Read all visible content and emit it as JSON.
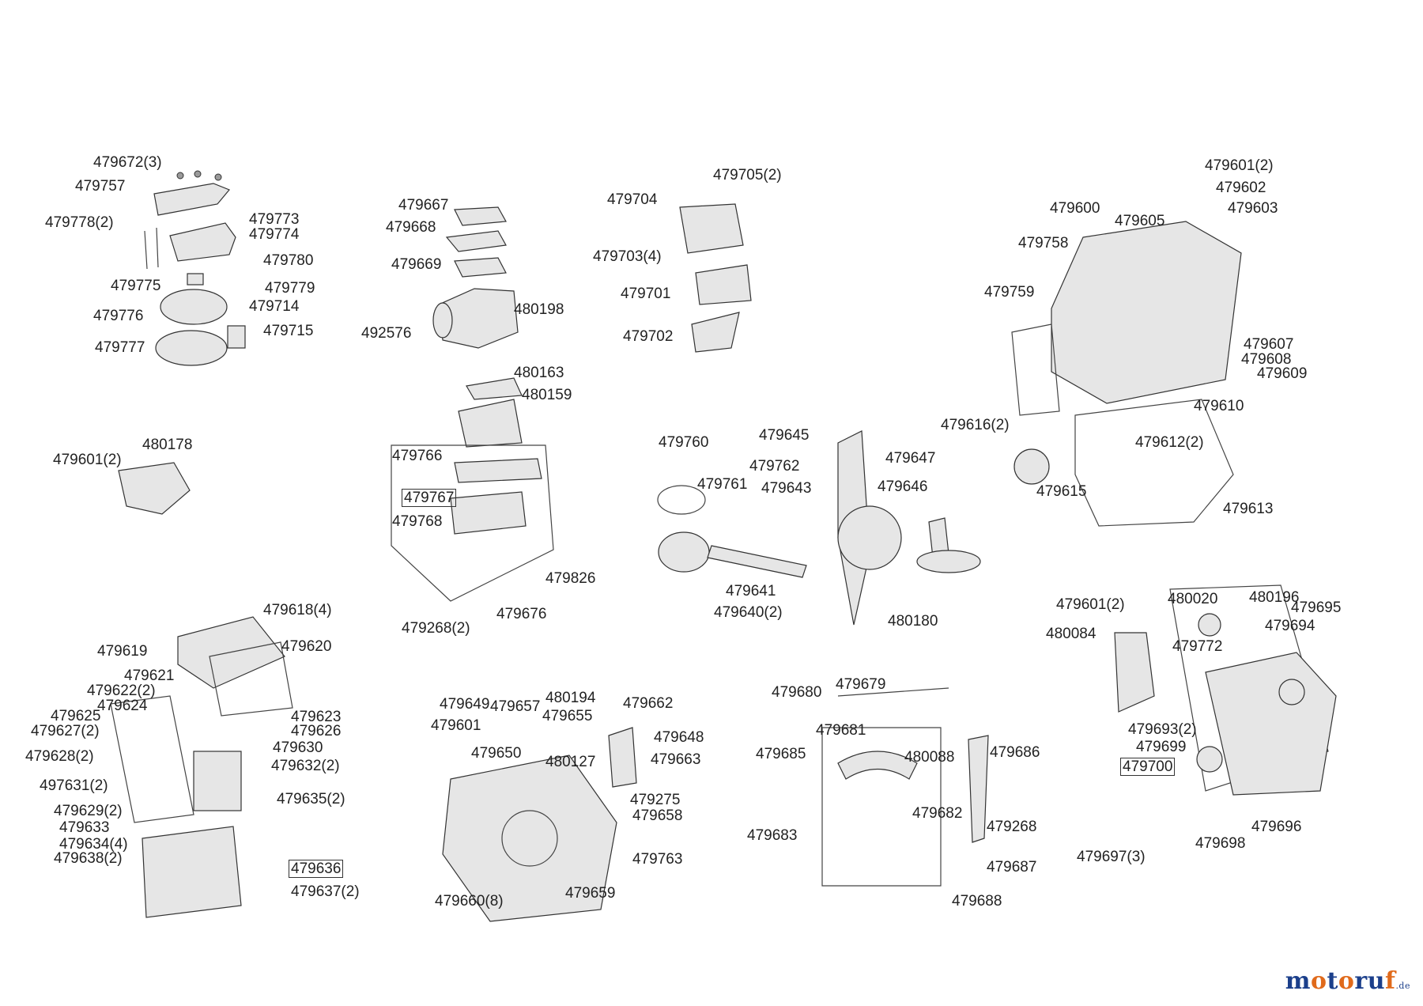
{
  "logo": {
    "text_parts": [
      "m",
      "o",
      "t",
      "o",
      "r",
      "u",
      "f"
    ],
    "colors": [
      "#1b3f8b",
      "#e06a1b",
      "#1b3f8b",
      "#e06a1b",
      "#1b3f8b",
      "#1b3f8b",
      "#e06a1b"
    ],
    "domain": ".de"
  },
  "labels": [
    "479672(3)",
    "479757",
    "479778(2)",
    "479773",
    "479774",
    "479780",
    "479775",
    "479779",
    "479714",
    "479776",
    "479715",
    "479777",
    "479667",
    "479668",
    "479669",
    "480198",
    "492576",
    "480163",
    "480159",
    "479705(2)",
    "479704",
    "479703(4)",
    "479701",
    "479702",
    "479601(2)",
    "479602",
    "479600",
    "479603",
    "479605",
    "479758",
    "479759",
    "479607",
    "479608",
    "479609",
    "479610",
    "479616(2)",
    "479612(2)",
    "479615",
    "479613",
    "480178",
    "479601(2)",
    "479766",
    "479767",
    "479768",
    "479826",
    "479676",
    "479268(2)",
    "479760",
    "479645",
    "479762",
    "479761",
    "479643",
    "479647",
    "479646",
    "479641",
    "479640(2)",
    "480180",
    "479618(4)",
    "479619",
    "479620",
    "479621",
    "479622(2)",
    "479624",
    "479625",
    "479623",
    "479627(2)",
    "479626",
    "479628(2)",
    "479630",
    "479632(2)",
    "497631(2)",
    "479629(2)",
    "479635(2)",
    "479633",
    "479634(4)",
    "479638(2)",
    "479636",
    "479637(2)",
    "479649",
    "479657",
    "480194",
    "479662",
    "479601",
    "479655",
    "479648",
    "479650",
    "480127",
    "479663",
    "479275",
    "479658",
    "479763",
    "479660(8)",
    "479659",
    "479679",
    "479680",
    "479681",
    "479685",
    "480088",
    "479686",
    "479682",
    "479268",
    "479683",
    "479687",
    "479688",
    "479601(2)",
    "480020",
    "480196",
    "479695",
    "480084",
    "479694",
    "479772",
    "479693(2)",
    "479699",
    "479700",
    "479696",
    "479698",
    "479697(3)"
  ]
}
